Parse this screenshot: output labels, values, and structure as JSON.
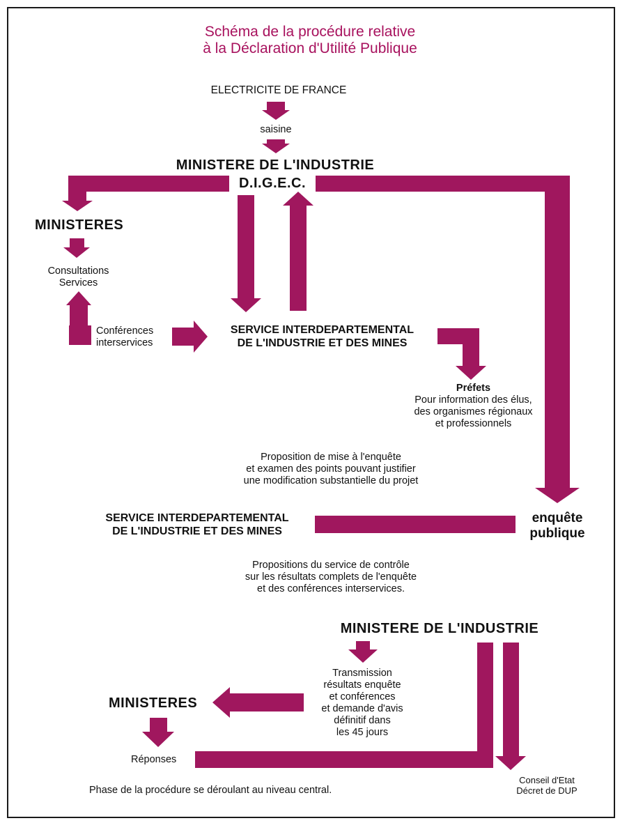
{
  "title": {
    "line1": "Schéma de la procédure relative",
    "line2": "à la Déclaration d'Utilité Publique"
  },
  "colors": {
    "arrow": "#a0175e",
    "title": "#a8125e"
  },
  "nodes": {
    "edf": "ELECTRICITE DE FRANCE",
    "saisine": "saisine",
    "ministere_industrie_1": "MINISTERE DE L'INDUSTRIE",
    "digec": "D.I.G.E.C.",
    "ministeres_1": "MINISTERES",
    "consultations": {
      "line1": "Consultations",
      "line2": "Services"
    },
    "conferences": {
      "line1": "Conférences",
      "line2": "interservices"
    },
    "service_1": {
      "line1": "SERVICE INTERDEPARTEMENTAL",
      "line2": "DE L'INDUSTRIE ET DES MINES"
    },
    "prefets": {
      "title": "Préfets",
      "line1": "Pour information des élus,",
      "line2": "des organismes régionaux",
      "line3": "et professionnels"
    },
    "proposition": {
      "line1": "Proposition de mise à l'enquête",
      "line2": "et examen des points pouvant justifier",
      "line3": "une modification substantielle du projet"
    },
    "service_2": {
      "line1": "SERVICE INTERDEPARTEMENTAL",
      "line2": "DE L'INDUSTRIE ET DES MINES"
    },
    "enquete": {
      "line1": "enquête",
      "line2": "publique"
    },
    "propositions_controle": {
      "line1": "Propositions du service de contrôle",
      "line2": "sur les résultats complets de l'enquête",
      "line3": "et des conférences interservices."
    },
    "ministere_industrie_2": "MINISTERE DE L'INDUSTRIE",
    "transmission": {
      "line1": "Transmission",
      "line2": "résultats enquête",
      "line3": "et conférences",
      "line4": "et demande d'avis",
      "line5": "définitif dans",
      "line6": "les 45 jours"
    },
    "ministeres_2": "MINISTERES",
    "reponses": "Réponses",
    "conseil": {
      "line1": "Conseil d'Etat",
      "line2": "Décret de DUP"
    }
  },
  "footer": "Phase de la procédure se déroulant au niveau central."
}
